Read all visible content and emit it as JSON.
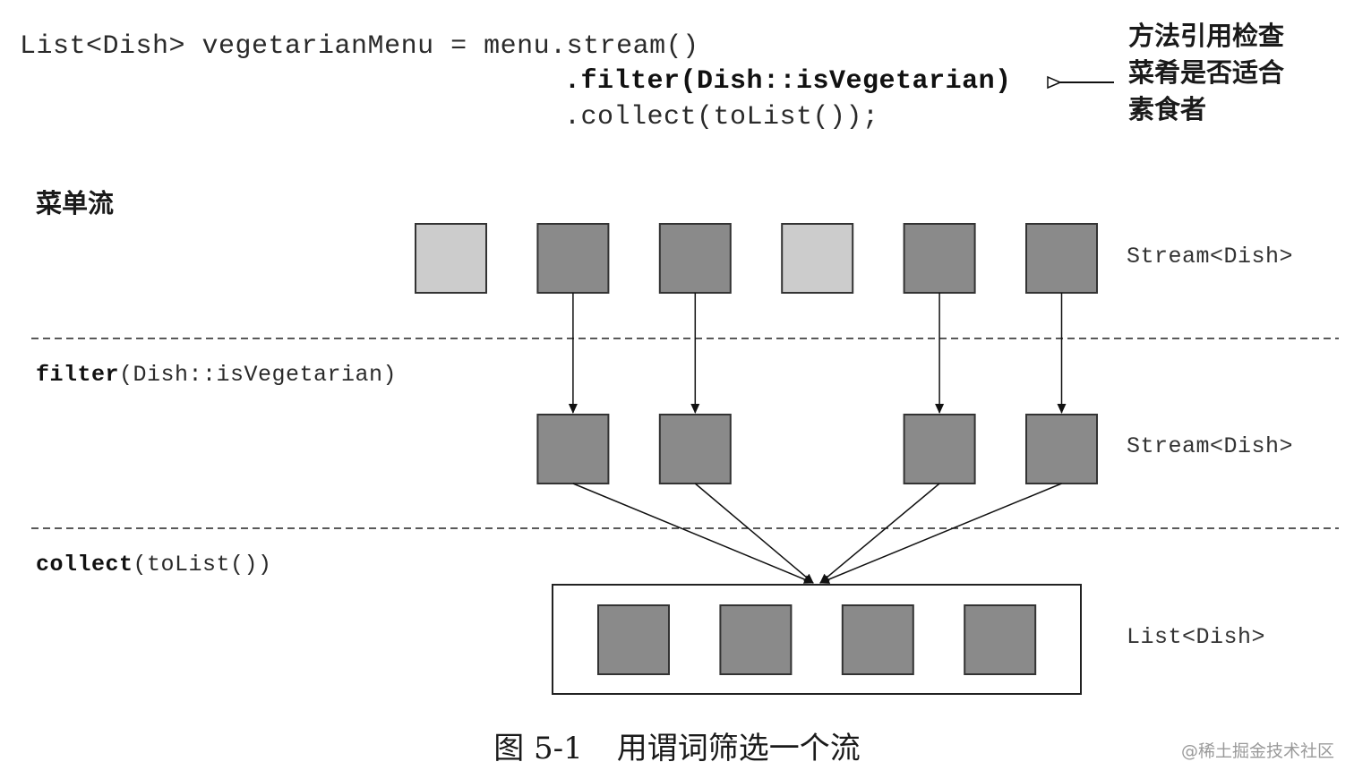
{
  "code": {
    "line1": "List<Dish> vegetarianMenu = menu.stream()",
    "line2": ".filter(Dish::isVegetarian)",
    "line3": ".collect(toList());"
  },
  "annotation": "方法引用检查菜肴是否适合素食者",
  "stages": {
    "menu_label": "菜单流",
    "filter_keyword": "filter",
    "filter_arg": "(Dish::isVegetarian)",
    "collect_keyword": "collect",
    "collect_arg": "(toList())"
  },
  "type_labels": {
    "stream1": "Stream<Dish>",
    "stream2": "Stream<Dish>",
    "list": "List<Dish>"
  },
  "colors": {
    "dish_selected": "#8a8a8a",
    "dish_rejected": "#cccccc",
    "outline": "#333333"
  },
  "menu_items": [
    {
      "vegetarian": false
    },
    {
      "vegetarian": true
    },
    {
      "vegetarian": true
    },
    {
      "vegetarian": false
    },
    {
      "vegetarian": true
    },
    {
      "vegetarian": true
    }
  ],
  "caption": {
    "figure_number": "图 5-1",
    "title": "用谓词筛选一个流"
  },
  "watermark": "@稀土掘金技术社区"
}
